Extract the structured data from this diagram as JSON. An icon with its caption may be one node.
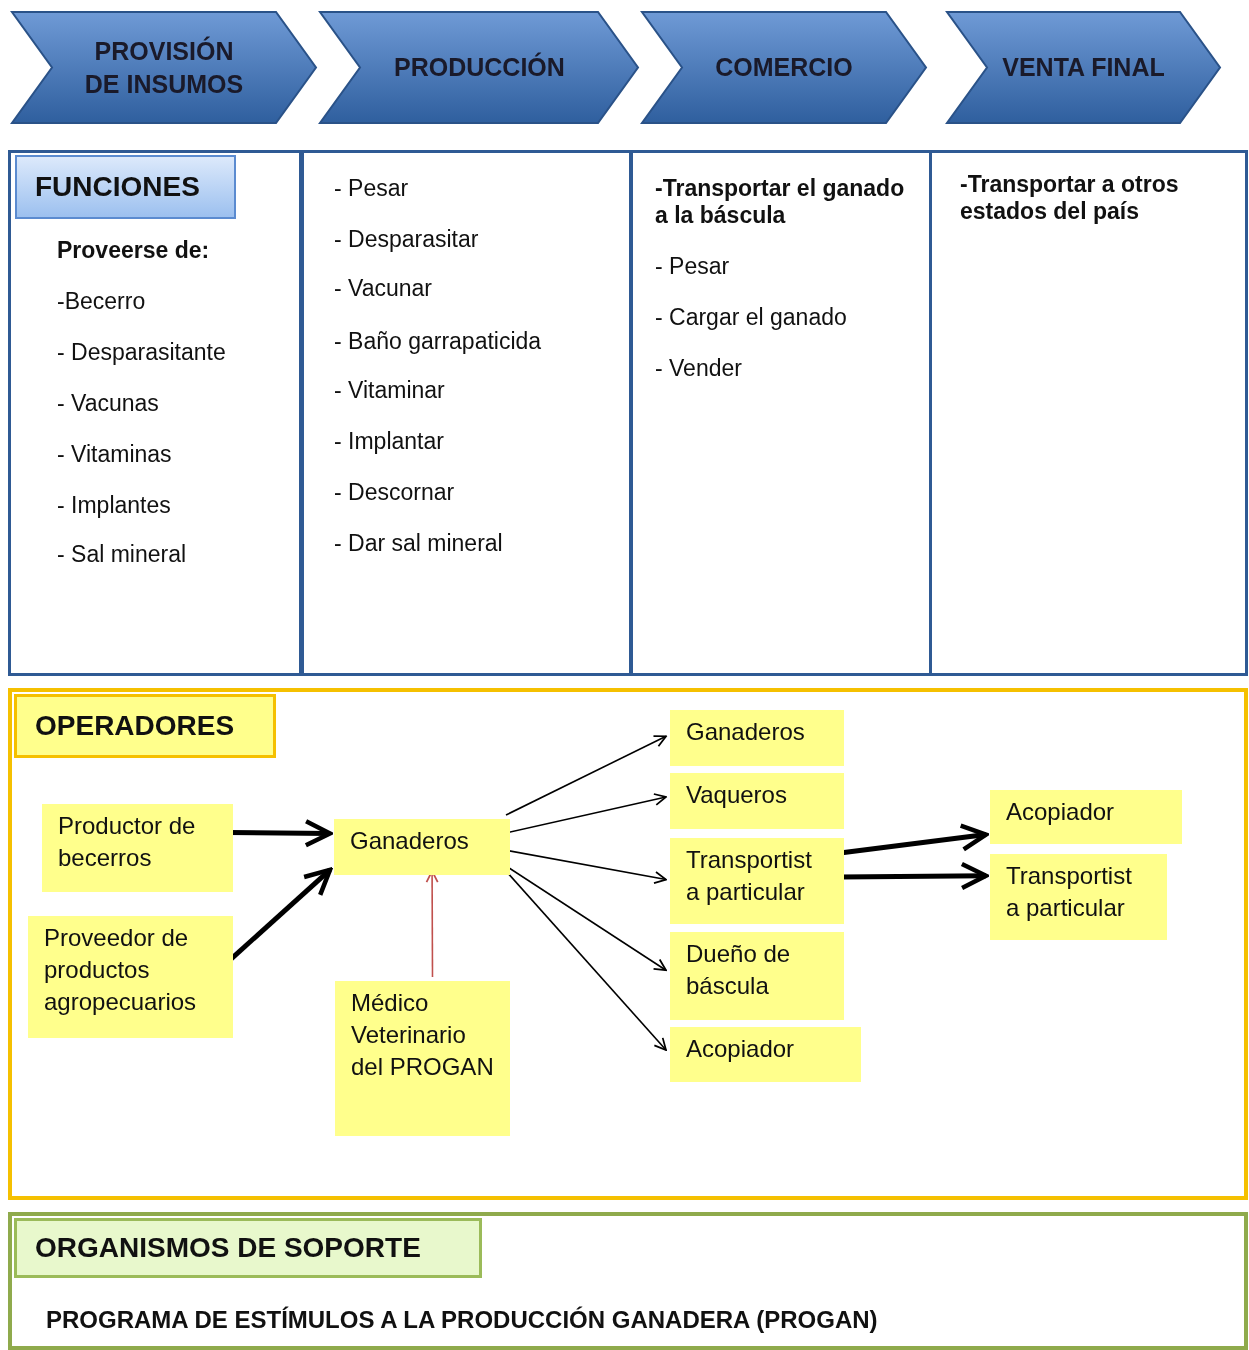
{
  "diagram": {
    "nodes": [
      {
        "text": [
          "PROVISIÓN DE INSUMOS"
        ]
      },
      {
        "text": [
          "PRODUCCIÓN"
        ]
      },
      {
        "text": [
          "COMERCIO"
        ]
      },
      {
        "text": [
          "VENTA FINAL"
        ]
      },
      {
        "text": [
          "FUNCIONES",
          "Proveerse de:",
          "-Becerro",
          "- Desparasitante",
          "- Vacunas",
          "- Vitaminas",
          "- Implantes",
          "- Sal mineral"
        ]
      },
      {
        "text": [
          "- Pesar",
          "- Desparasitar",
          "- Vacunar",
          "- Baño garrapaticida",
          "- Vitaminar",
          "- Implantar",
          "- Descornar",
          "- Dar sal mineral"
        ]
      },
      {
        "text": [
          "-Transportar el ganado a la báscula",
          "- Pesar",
          "- Cargar el ganado",
          "- Vender"
        ]
      },
      {
        "text": [
          "-Transportar a otros estados del país"
        ]
      },
      {
        "text": [
          "OPERADORES"
        ]
      },
      {
        "text": [
          "Productor de becerros"
        ],
        "in": 8
      },
      {
        "text": [
          "Proveedor de productos agropecuarios"
        ],
        "in": 8
      },
      {
        "text": [
          "Ganaderos"
        ],
        "in": 8
      },
      {
        "text": [
          "Médico Veterinario del PROGAN"
        ],
        "in": 8
      },
      {
        "text": [
          "Ganaderos"
        ],
        "in": 8
      },
      {
        "text": [
          "Vaqueros"
        ],
        "in": 8
      },
      {
        "text": [
          "Transportist a particular"
        ],
        "in": 8
      },
      {
        "text": [
          "Dueño de báscula"
        ],
        "in": 8
      },
      {
        "text": [
          "Acopiador"
        ],
        "in": 8
      },
      {
        "text": [
          "Acopiador"
        ],
        "in": 8
      },
      {
        "text": [
          "Transportist a particular"
        ],
        "in": 8
      },
      {
        "text": [
          "ORGANISMOS DE SOPORTE",
          "PROGRAMA DE ESTÍMULOS A LA PRODUCCIÓN GANADERA (PROGAN)"
        ]
      }
    ],
    "edges": [
      {
        "from": 9,
        "to": 11,
        "arrow": "to",
        "style": "thick"
      },
      {
        "from": 10,
        "to": 11,
        "arrow": "to",
        "style": "thick"
      },
      {
        "from": 12,
        "to": 11,
        "arrow": "to",
        "color": "#c0504d"
      },
      {
        "from": 11,
        "to": 13,
        "arrow": "to"
      },
      {
        "from": 11,
        "to": 14,
        "arrow": "to"
      },
      {
        "from": 11,
        "to": 15,
        "arrow": "to"
      },
      {
        "from": 11,
        "to": 16,
        "arrow": "to"
      },
      {
        "from": 11,
        "to": 17,
        "arrow": "to"
      },
      {
        "from": 15,
        "to": 18,
        "arrow": "to",
        "style": "thick"
      },
      {
        "from": 15,
        "to": 19,
        "arrow": "to",
        "style": "thick"
      }
    ]
  }
}
